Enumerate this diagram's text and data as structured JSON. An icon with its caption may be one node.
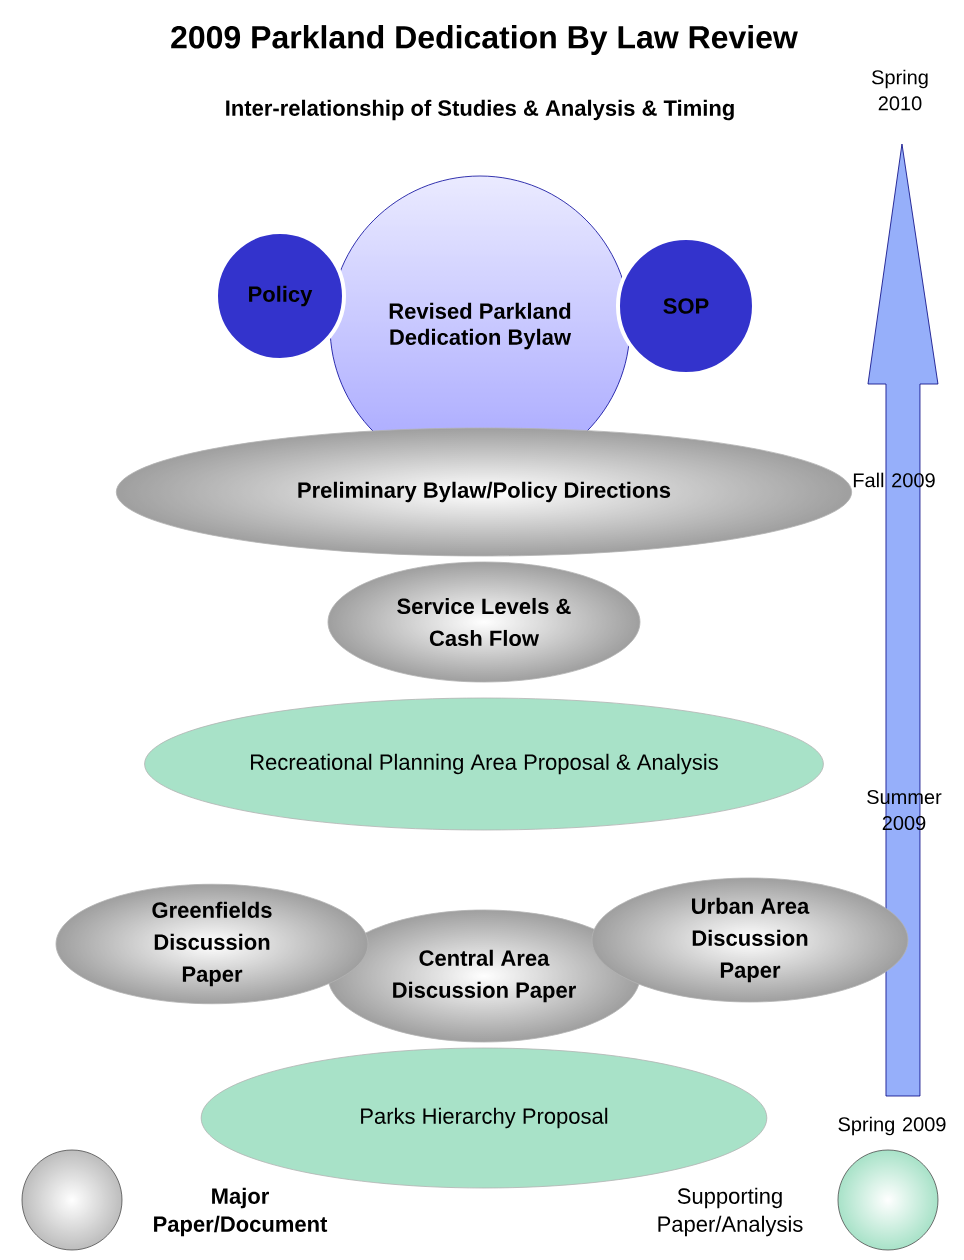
{
  "diagram": {
    "title": "2009 Parkland Dedication By Law Review",
    "caption": "Inter-relationship of Studies & Analysis & Timing",
    "nodes": [
      {
        "text": [
          "Revised Parkland Dedication Bylaw"
        ]
      },
      {
        "text": [
          "Policy"
        ]
      },
      {
        "text": [
          "SOP"
        ]
      },
      {
        "text": [
          "Preliminary Bylaw/Policy Directions"
        ]
      },
      {
        "text": [
          "Service Levels & Cash Flow"
        ]
      },
      {
        "text": [
          "Recreational Planning Area Proposal & Analysis"
        ]
      },
      {
        "text": [
          "Greenfields Discussion Paper"
        ]
      },
      {
        "text": [
          "Central Area Discussion Paper"
        ]
      },
      {
        "text": [
          "Urban Area Discussion Paper"
        ]
      },
      {
        "text": [
          "Parks Hierarchy Proposal"
        ]
      }
    ],
    "edges": [],
    "labels": [
      "Spring 2010",
      "Fall 2009",
      "Summer 2009",
      "Spring 2009"
    ],
    "legend": [
      {
        "text": "Major Paper/Document",
        "color": "#bdbdbd"
      },
      {
        "text": "Supporting Paper/Analysis",
        "color": "#a8e2c8"
      }
    ]
  }
}
